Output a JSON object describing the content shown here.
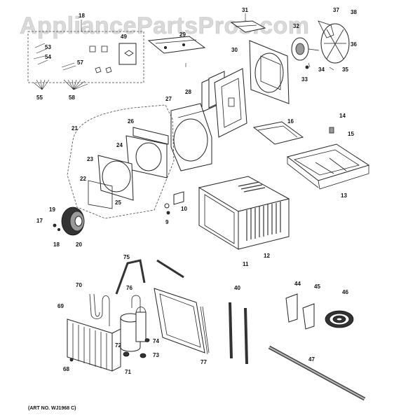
{
  "watermark": "AppliancePartsPros.com",
  "art_number": "(ART NO. WJ1968 C)",
  "callouts": [
    "31",
    "37",
    "38",
    "32",
    "18",
    "29",
    "49",
    "53",
    "54",
    "57",
    "55",
    "58",
    "30",
    "36",
    "35",
    "34",
    "33",
    "28",
    "27",
    "16",
    "14",
    "15",
    "21",
    "26",
    "24",
    "23",
    "22",
    "25",
    "13",
    "10",
    "9",
    "19",
    "17",
    "20",
    "18",
    "12",
    "11",
    "75",
    "70",
    "76",
    "40",
    "44",
    "45",
    "46",
    "69",
    "74",
    "73",
    "71",
    "72",
    "77",
    "68",
    "47"
  ]
}
